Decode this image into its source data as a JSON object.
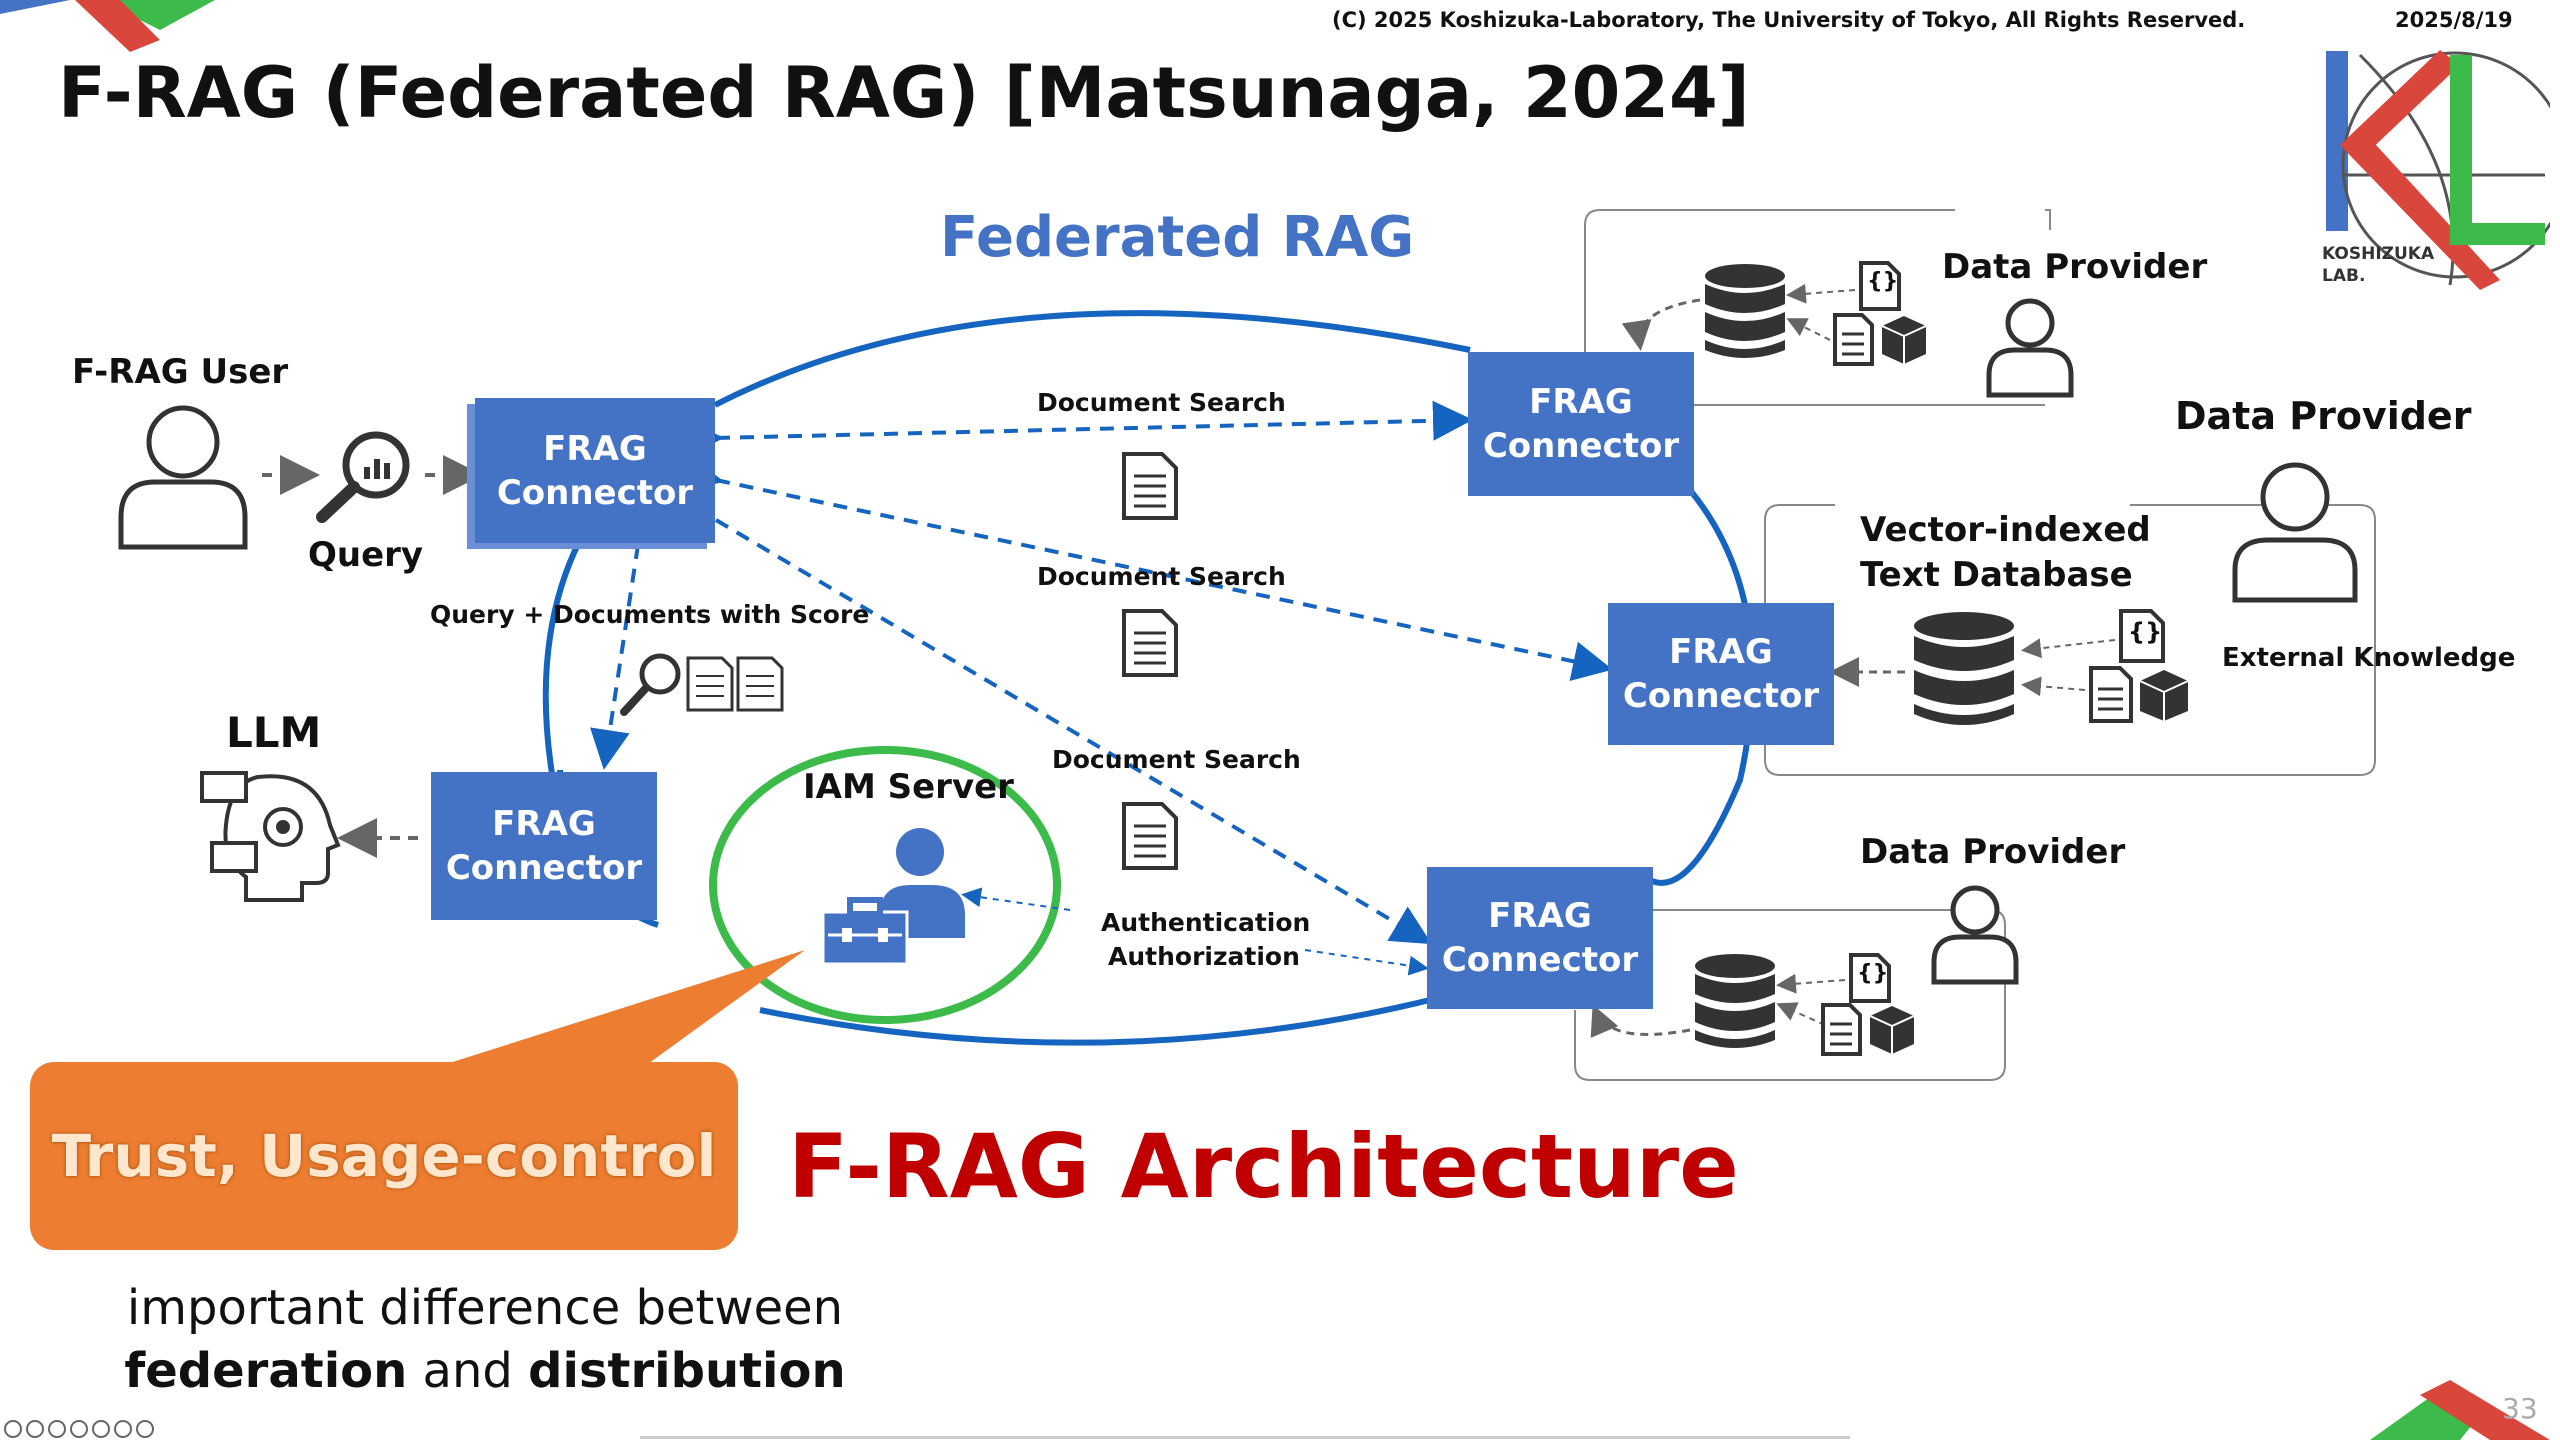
{
  "header": {
    "copyright": "(C) 2025 Koshizuka-Laboratory, The University of Tokyo, All Rights Reserved.",
    "date": "2025/8/19",
    "logo_text_1": "KOSHIZUKA",
    "logo_text_2": "LAB."
  },
  "slide": {
    "title": "F-RAG (Federated RAG) [Matsunaga, 2024]",
    "page_number": "33"
  },
  "diagram": {
    "heading": "Federated RAG",
    "user_label": "F-RAG User",
    "query_label": "Query",
    "llm_label": "LLM",
    "iam_label": "IAM Server",
    "connector_line1": "FRAG",
    "connector_line2": "Connector",
    "doc_search_1": "Document Search",
    "doc_search_2": "Document Search",
    "doc_search_3": "Document Search",
    "query_docs_label": "Query + Documents with Score",
    "auth_line1": "Authentication",
    "auth_line2": "Authorization",
    "provider_top": "Data Provider",
    "provider_mid": "Data Provider",
    "provider_bottom": "Data Provider",
    "vector_db_line1": "Vector-indexed",
    "vector_db_line2": "Text Database",
    "external_knowledge": "External Knowledge",
    "json_glyph": "{}"
  },
  "callout": {
    "text": "Trust,  Usage-control"
  },
  "caption": {
    "architecture": "F-RAG Architecture",
    "line1": "important difference between",
    "federation": "federation",
    "and_word": " and ",
    "distribution": "distribution"
  },
  "colors": {
    "accent_blue": "#4472c4",
    "line_blue": "#1565c0",
    "green": "#3cba4a",
    "orange": "#ed7d31",
    "red": "#c00000"
  }
}
